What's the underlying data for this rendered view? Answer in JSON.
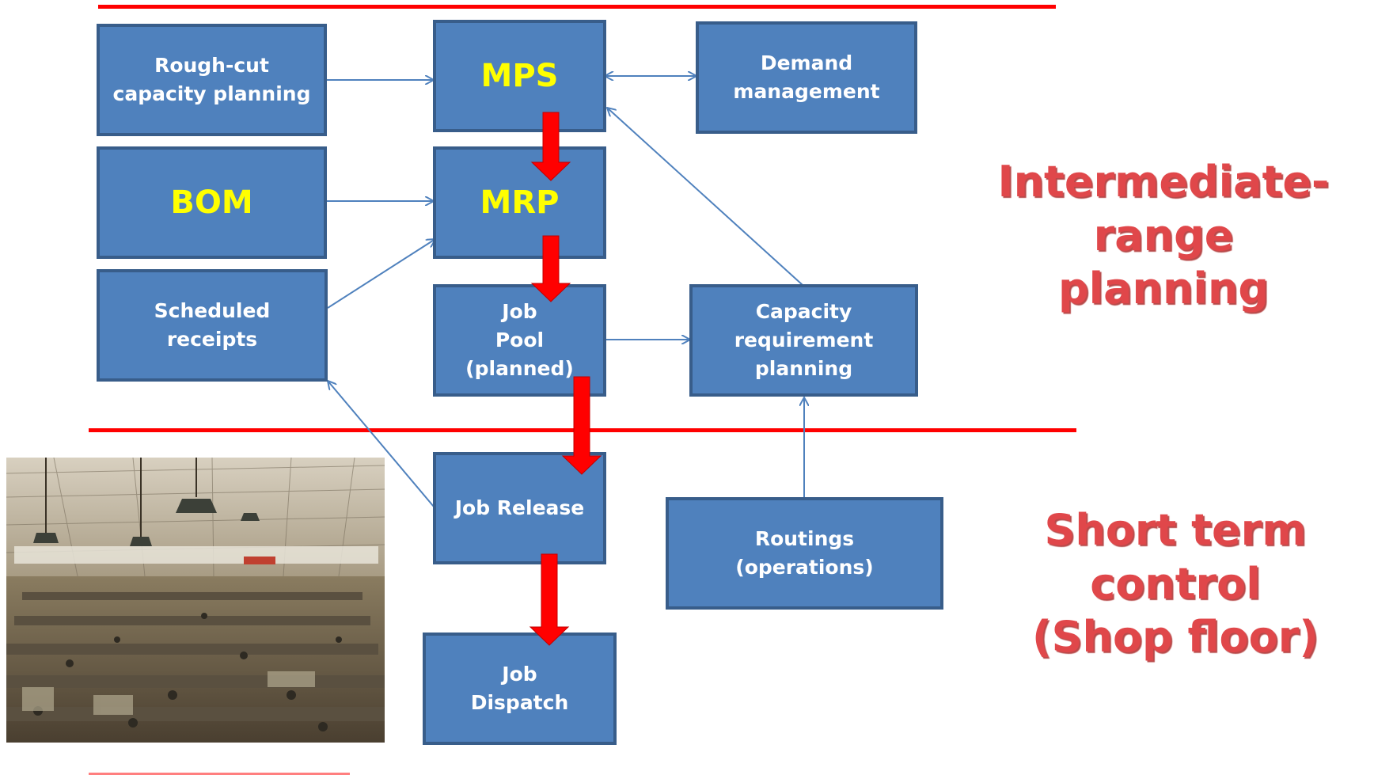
{
  "boxes": {
    "rough_cut": "Rough-cut\ncapacity planning",
    "mps": "MPS",
    "demand": "Demand\nmanagement",
    "bom": "BOM",
    "mrp": "MRP",
    "scheduled": "Scheduled\nreceipts",
    "job_pool": "Job\nPool\n(planned)",
    "capacity": "Capacity\nrequirement\nplanning",
    "job_release": "Job  Release",
    "routings": "Routings\n(operations)",
    "job_dispatch": "Job\nDispatch"
  },
  "labels": {
    "intermediate": "Intermediate-range\nplanning",
    "short_term": "Short term\ncontrol\n(Shop floor)"
  },
  "colors": {
    "box_fill": "#4f81bd",
    "box_border": "#385d8a",
    "highlight_text": "#ffff00",
    "divider": "#ff0000",
    "label_text": "#e0474a"
  },
  "photo": {
    "icon": "factory-floor-photo"
  }
}
